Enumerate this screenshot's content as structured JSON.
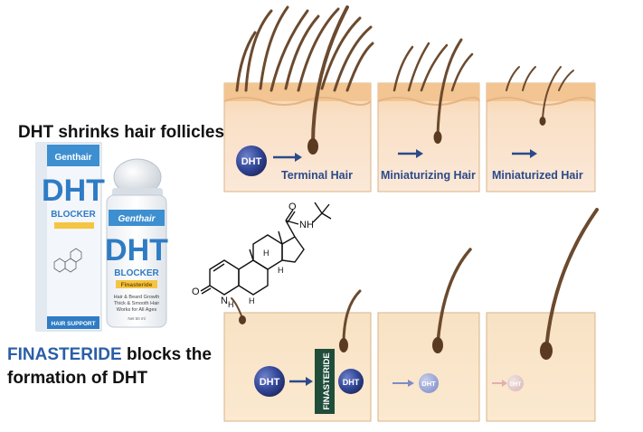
{
  "headline": "DHT shrinks hair follicles",
  "caption": {
    "highlight": "FINASTERIDE",
    "rest_line1": " blocks the",
    "line2": "formation of DHT"
  },
  "top_row": {
    "dht_label": "DHT",
    "stages": [
      "Terminal Hair",
      "Miniaturizing Hair",
      "Miniaturized Hair"
    ]
  },
  "bottom_row": {
    "dht_label": "DHT",
    "blocker_label": "FINASTERIDE"
  },
  "molecule": {
    "atoms": [
      "O",
      "NH",
      "H",
      "H",
      "H",
      "O",
      "N",
      "H"
    ]
  },
  "product": {
    "brand": "Genthair",
    "name": "DHT",
    "subname": "BLOCKER",
    "ingredient": "Finasteride",
    "description": [
      "Hair & Beard Growth",
      "Thick & Smooth Hair",
      "Works for All Ages"
    ],
    "footer": "HAIR SUPPORT",
    "volume": "Net 50 ml"
  },
  "colors": {
    "skin_top": "#f7dcc0",
    "skin_band": "#f2c89a",
    "panel_bottom": "#fbe6c8",
    "dht_blue": "#2d3f8c",
    "blocker_green": "#1f4d3a",
    "label_blue": "#2b4a8a",
    "finasteride_blue": "#2a5ea8"
  }
}
